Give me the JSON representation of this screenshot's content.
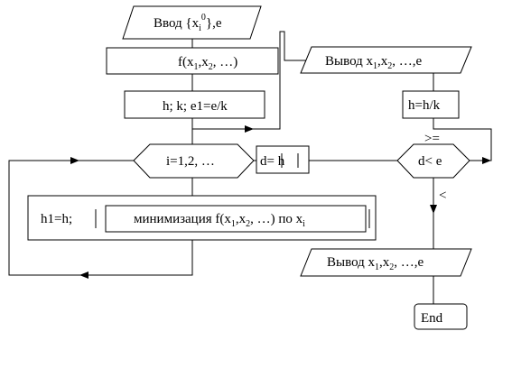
{
  "nodes": {
    "input": {
      "pre": "Ввод {x",
      "sub": "i",
      "sup": "0",
      "post": "},e"
    },
    "func": {
      "pre": "f(x",
      "s1": "1",
      "mid": ",x",
      "s2": "2",
      "post": ", …)"
    },
    "params": {
      "text": "h; k; e1=e/k"
    },
    "loop": {
      "text": "i=1,2, …"
    },
    "dcalc": {
      "text": "d= h"
    },
    "process": {
      "h1": "h1=h;",
      "minPre": "минимизация f(x",
      "minS1": "1",
      "minMid": ",x",
      "minS2": "2",
      "minPost": ", …) по x",
      "minSi": "i"
    },
    "output1": {
      "pre": "Вывод x",
      "s1": "1",
      "mid": ",x",
      "s2": "2",
      "post": ", …,e"
    },
    "hupdate": {
      "text": "h=h/k"
    },
    "decision": {
      "text": "d< e"
    },
    "output2": {
      "pre": "Вывод x",
      "s1": "1",
      "mid": ",x",
      "s2": "2",
      "post": ", …,e"
    },
    "end": {
      "text": "End"
    }
  },
  "edges": {
    "ge_label": ">=",
    "lt_label": "<"
  }
}
